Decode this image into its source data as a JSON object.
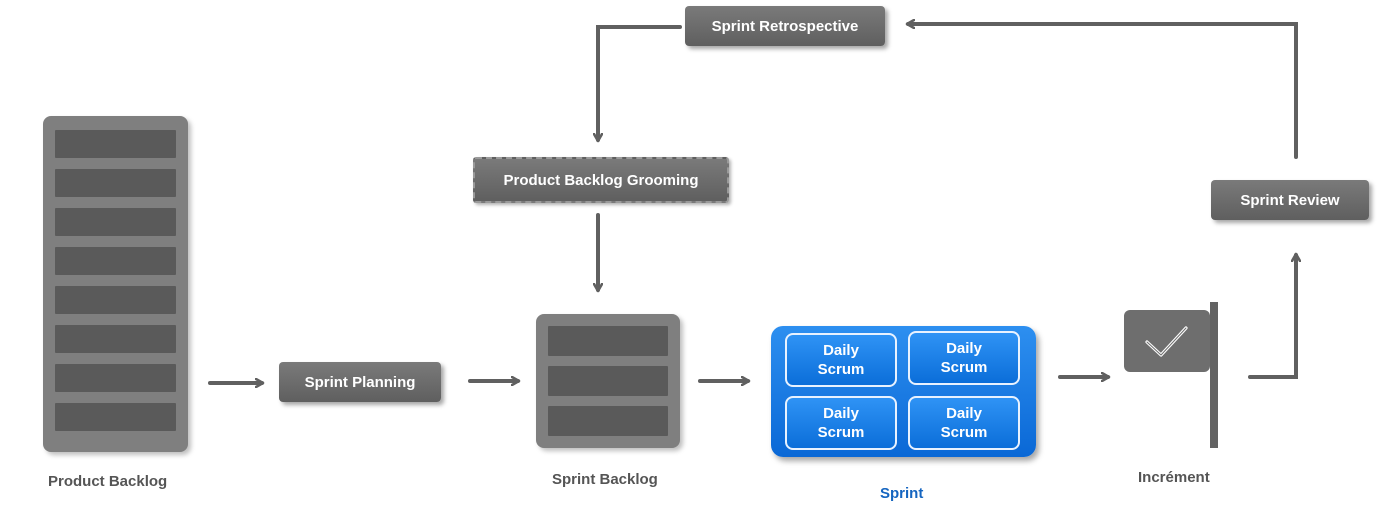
{
  "labels": {
    "sprint_retrospective": "Sprint Retrospective",
    "product_backlog_grooming": "Product Backlog Grooming",
    "sprint_planning": "Sprint Planning",
    "sprint_review": "Sprint Review",
    "product_backlog": "Product Backlog",
    "sprint_backlog": "Sprint Backlog",
    "sprint": "Sprint",
    "increment": "Incrément"
  },
  "daily_scrum": [
    "Daily Scrum",
    "Daily Scrum",
    "Daily Scrum",
    "Daily Scrum"
  ],
  "product_backlog_rows": 8,
  "sprint_backlog_rows": 3,
  "colors": {
    "box_gray": "#6b6b6b",
    "sprint_blue": "#0a68d6",
    "sprint_caption": "#1565c0",
    "arrow_gray": "#606060"
  },
  "icons": {
    "increment": "check-flag-icon"
  }
}
